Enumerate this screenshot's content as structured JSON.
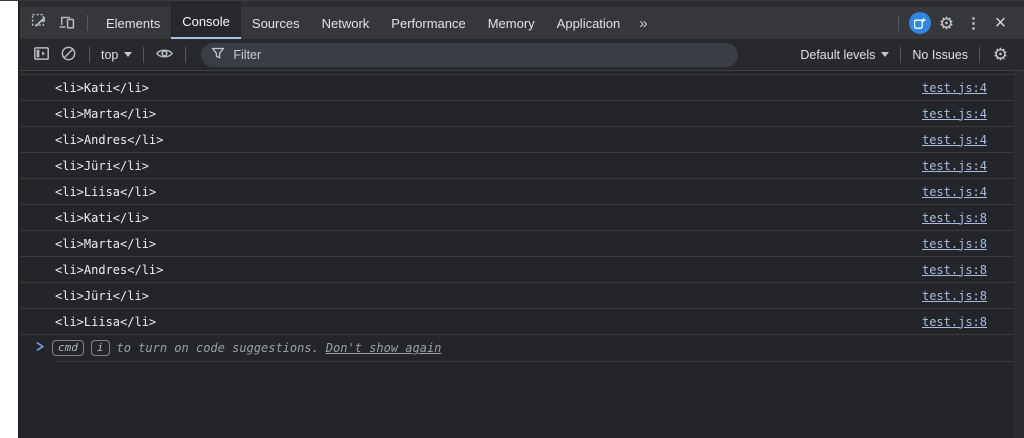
{
  "tabbar": {
    "tabs": [
      {
        "label": "Elements"
      },
      {
        "label": "Console"
      },
      {
        "label": "Sources"
      },
      {
        "label": "Network"
      },
      {
        "label": "Performance"
      },
      {
        "label": "Memory"
      },
      {
        "label": "Application"
      }
    ],
    "more_tabs_glyph": "»",
    "gear_glyph": "⚙",
    "kebab_glyph": "⋮",
    "close_glyph": "×"
  },
  "toolbar": {
    "context_label": "top",
    "filter_placeholder": "Filter",
    "levels_label": "Default levels",
    "issues_label": "No Issues",
    "gear_glyph": "⚙"
  },
  "console": {
    "messages": [
      {
        "text": "<li>Kati</li>",
        "source": "test.js:4"
      },
      {
        "text": "<li>Marta</li>",
        "source": "test.js:4"
      },
      {
        "text": "<li>Andres</li>",
        "source": "test.js:4"
      },
      {
        "text": "<li>Jüri</li>",
        "source": "test.js:4"
      },
      {
        "text": "<li>Liisa</li>",
        "source": "test.js:4"
      },
      {
        "text": "<li>Kati</li>",
        "source": "test.js:8"
      },
      {
        "text": "<li>Marta</li>",
        "source": "test.js:8"
      },
      {
        "text": "<li>Andres</li>",
        "source": "test.js:8"
      },
      {
        "text": "<li>Jüri</li>",
        "source": "test.js:8"
      },
      {
        "text": "<li>Liisa</li>",
        "source": "test.js:8"
      }
    ],
    "prompt": {
      "key_badges": [
        "cmd",
        "i"
      ],
      "hint_text": "to turn on code suggestions.",
      "dismiss_label": "Don't show again"
    }
  },
  "colors": {
    "accent_underline": "#a7c1e2",
    "link": "#a6bce0",
    "tabbar_bg": "#36373b",
    "toolbar_bg": "#28292d",
    "console_bg": "#242528",
    "badge_blue": "#3087e2",
    "page_strip": "#ffffff"
  }
}
